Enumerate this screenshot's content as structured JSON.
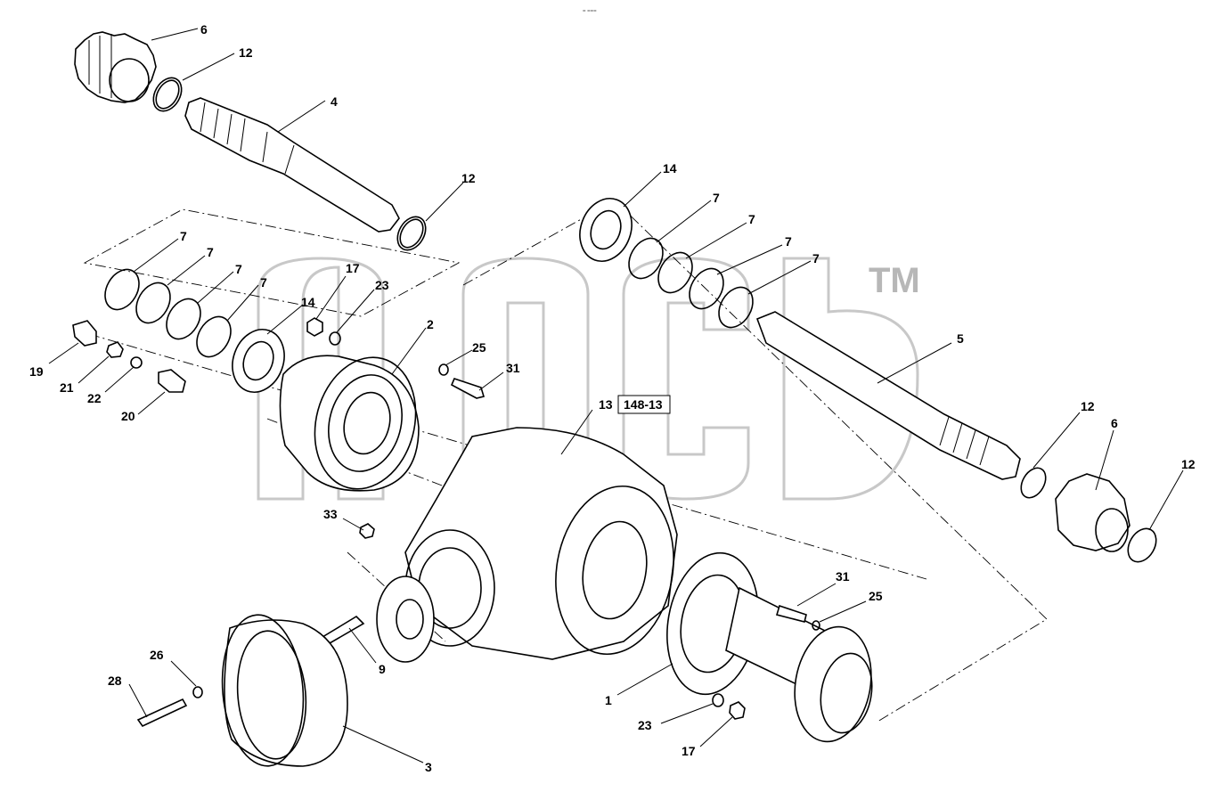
{
  "header": {
    "tiny_mark": "= ==="
  },
  "watermark": {
    "trademark": "TM"
  },
  "reference": {
    "text": "148-13"
  },
  "callouts": [
    {
      "id": "c6a",
      "text": "6"
    },
    {
      "id": "c12a",
      "text": "12"
    },
    {
      "id": "c4",
      "text": "4"
    },
    {
      "id": "c12b",
      "text": "12"
    },
    {
      "id": "c14a",
      "text": "14"
    },
    {
      "id": "c7a",
      "text": "7"
    },
    {
      "id": "c7b",
      "text": "7"
    },
    {
      "id": "c7c",
      "text": "7"
    },
    {
      "id": "c7d",
      "text": "7"
    },
    {
      "id": "c7e",
      "text": "7"
    },
    {
      "id": "c7f",
      "text": "7"
    },
    {
      "id": "c7g",
      "text": "7"
    },
    {
      "id": "c7h",
      "text": "7"
    },
    {
      "id": "c17a",
      "text": "17"
    },
    {
      "id": "c23a",
      "text": "23"
    },
    {
      "id": "c14b",
      "text": "14"
    },
    {
      "id": "c2",
      "text": "2"
    },
    {
      "id": "c25a",
      "text": "25"
    },
    {
      "id": "c31a",
      "text": "31"
    },
    {
      "id": "c19",
      "text": "19"
    },
    {
      "id": "c21",
      "text": "21"
    },
    {
      "id": "c22",
      "text": "22"
    },
    {
      "id": "c20",
      "text": "20"
    },
    {
      "id": "c13",
      "text": "13"
    },
    {
      "id": "c5",
      "text": "5"
    },
    {
      "id": "c12c",
      "text": "12"
    },
    {
      "id": "c6b",
      "text": "6"
    },
    {
      "id": "c12d",
      "text": "12"
    },
    {
      "id": "c33",
      "text": "33"
    },
    {
      "id": "c31b",
      "text": "31"
    },
    {
      "id": "c25b",
      "text": "25"
    },
    {
      "id": "c26",
      "text": "26"
    },
    {
      "id": "c9",
      "text": "9"
    },
    {
      "id": "c28",
      "text": "28"
    },
    {
      "id": "c1",
      "text": "1"
    },
    {
      "id": "c23b",
      "text": "23"
    },
    {
      "id": "c17b",
      "text": "17"
    },
    {
      "id": "c3",
      "text": "3"
    }
  ]
}
